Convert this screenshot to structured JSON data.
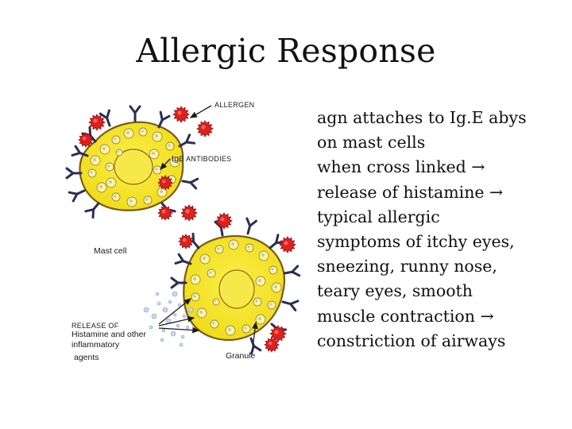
{
  "slide": {
    "title": "Allergic Response"
  },
  "figure": {
    "labels": {
      "allergen": "ALLERGEN",
      "ige_prefix": "Ig",
      "ige_rest": "E ANTIBODIES",
      "mast_cell": "Mast cell",
      "release_line1": "RELEASE OF",
      "release_line2": "Histamine and other",
      "release_line3": "inflammatory",
      "release_line4": "agents",
      "granule": "Granule"
    }
  },
  "body": {
    "lines": [
      "agn attaches to Ig.E abys",
      "on mast cells",
      "when cross linked →",
      "release of histamine →",
      "typical allergic",
      "symptoms of itchy eyes,",
      "sneezing, runny nose,",
      "teary eyes, smooth",
      "muscle contraction →",
      "constriction of airways"
    ]
  },
  "colors": {
    "cell_fill": "#f3e21c",
    "cell_outline": "#7a5a1a",
    "allergen": "#e0201e",
    "antibody": "#2a2f56",
    "vesicle": "#c9d8ee"
  }
}
